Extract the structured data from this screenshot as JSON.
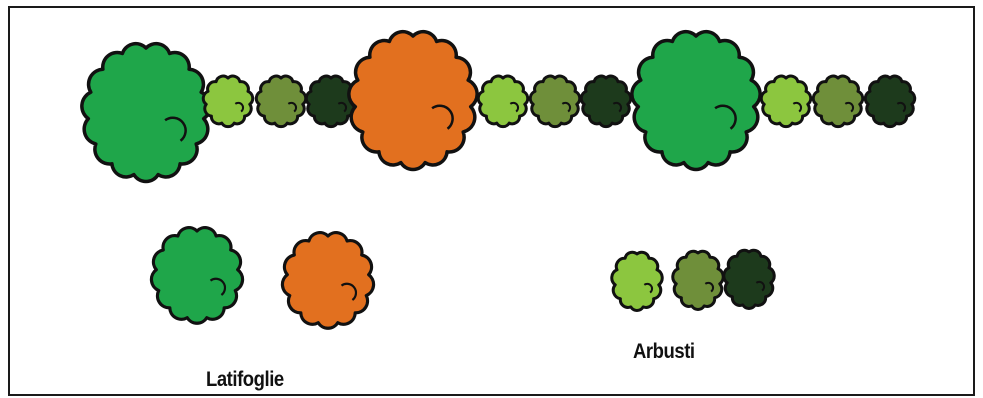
{
  "colors": {
    "latifoglia_verde": "#1fa64a",
    "latifoglia_arancio": "#e2701f",
    "arbusto_chiaro": "#8cc63f",
    "arbusto_medio": "#6f8f3a",
    "arbusto_scuro": "#1d3a1c",
    "outline": "#111111"
  },
  "legend": {
    "latifoglie_label": "Latifoglie",
    "arbusti_label": "Arbusti"
  },
  "row": [
    {
      "kind": "latifoglia",
      "color": "latifoglia_verde"
    },
    {
      "kind": "arbusto",
      "color": "arbusto_chiaro"
    },
    {
      "kind": "arbusto",
      "color": "arbusto_medio"
    },
    {
      "kind": "arbusto",
      "color": "arbusto_scuro"
    },
    {
      "kind": "latifoglia",
      "color": "latifoglia_arancio"
    },
    {
      "kind": "arbusto",
      "color": "arbusto_chiaro"
    },
    {
      "kind": "arbusto",
      "color": "arbusto_medio"
    },
    {
      "kind": "arbusto",
      "color": "arbusto_scuro"
    },
    {
      "kind": "latifoglia",
      "color": "latifoglia_verde"
    },
    {
      "kind": "arbusto",
      "color": "arbusto_chiaro"
    },
    {
      "kind": "arbusto",
      "color": "arbusto_medio"
    },
    {
      "kind": "arbusto",
      "color": "arbusto_scuro"
    }
  ],
  "legend_latifoglie": [
    {
      "kind": "latifoglia",
      "color": "latifoglia_verde"
    },
    {
      "kind": "latifoglia",
      "color": "latifoglia_arancio"
    }
  ],
  "legend_arbusti": [
    {
      "kind": "arbusto",
      "color": "arbusto_chiaro"
    },
    {
      "kind": "arbusto",
      "color": "arbusto_medio"
    },
    {
      "kind": "arbusto",
      "color": "arbusto_scuro"
    }
  ]
}
